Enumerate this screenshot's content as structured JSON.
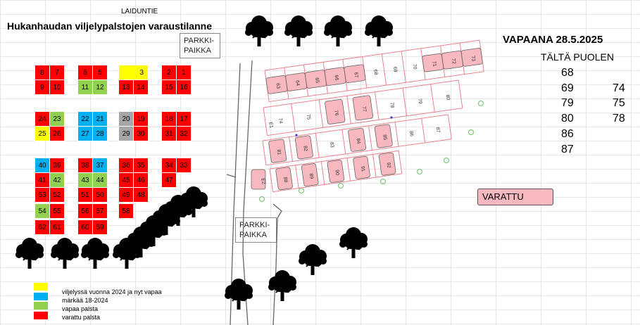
{
  "header": {
    "title": "Hukanhaudan viljelypalstojen varaustilanne",
    "road_label": "LAIDUNTIE"
  },
  "parking": {
    "top_label": [
      "PARKKI-",
      "PAIKKA"
    ],
    "bottom_label": [
      "PARKKI-",
      "PAIKKA"
    ]
  },
  "colors": {
    "red": "#ff0000",
    "green": "#92d050",
    "blue": "#00b0f0",
    "yellow": "#ffff00",
    "grey": "#a6a6a6",
    "pink": "#f7b8c0"
  },
  "plots": [
    {
      "n": "8",
      "c": "red"
    },
    {
      "n": "7",
      "c": "red"
    },
    {
      "n": "9",
      "c": "red"
    },
    {
      "n": "10",
      "c": "red"
    },
    {
      "n": "6",
      "c": "red"
    },
    {
      "n": "5",
      "c": "red"
    },
    {
      "n": "11",
      "c": "green"
    },
    {
      "n": "12",
      "c": "green"
    },
    {
      "n": "3",
      "c": "yellow"
    },
    {
      "n": "13",
      "c": "red"
    },
    {
      "n": "14",
      "c": "red"
    },
    {
      "n": "2",
      "c": "red"
    },
    {
      "n": "1",
      "c": "red"
    },
    {
      "n": "15",
      "c": "red"
    },
    {
      "n": "16",
      "c": "red"
    },
    {
      "n": "24",
      "c": "red"
    },
    {
      "n": "23",
      "c": "green"
    },
    {
      "n": "25",
      "c": "yellow"
    },
    {
      "n": "26",
      "c": "red"
    },
    {
      "n": "22",
      "c": "blue"
    },
    {
      "n": "21",
      "c": "blue"
    },
    {
      "n": "27",
      "c": "blue"
    },
    {
      "n": "28",
      "c": "blue"
    },
    {
      "n": "20",
      "c": "grey"
    },
    {
      "n": "19",
      "c": "red"
    },
    {
      "n": "29",
      "c": "grey"
    },
    {
      "n": "30",
      "c": "red"
    },
    {
      "n": "18",
      "c": "red"
    },
    {
      "n": "17",
      "c": "red"
    },
    {
      "n": "31",
      "c": "red"
    },
    {
      "n": "32",
      "c": "red"
    },
    {
      "n": "40",
      "c": "blue"
    },
    {
      "n": "39",
      "c": "red"
    },
    {
      "n": "41",
      "c": "red"
    },
    {
      "n": "42",
      "c": "green"
    },
    {
      "n": "53",
      "c": "red"
    },
    {
      "n": "52",
      "c": "red"
    },
    {
      "n": "54",
      "c": "green"
    },
    {
      "n": "55",
      "c": "red"
    },
    {
      "n": "62",
      "c": "red"
    },
    {
      "n": "61",
      "c": "red"
    },
    {
      "n": "38",
      "c": "red"
    },
    {
      "n": "37",
      "c": "blue"
    },
    {
      "n": "43",
      "c": "green"
    },
    {
      "n": "44",
      "c": "green"
    },
    {
      "n": "51",
      "c": "red"
    },
    {
      "n": "50",
      "c": "red"
    },
    {
      "n": "56",
      "c": "red"
    },
    {
      "n": "57",
      "c": "red"
    },
    {
      "n": "60",
      "c": "red"
    },
    {
      "n": "59",
      "c": "red"
    },
    {
      "n": "36",
      "c": "red"
    },
    {
      "n": "35",
      "c": "red"
    },
    {
      "n": "45",
      "c": "red"
    },
    {
      "n": "46",
      "c": "red"
    },
    {
      "n": "49",
      "c": "red"
    },
    {
      "n": "48",
      "c": "red"
    },
    {
      "n": "58",
      "c": "red"
    },
    {
      "n": "34",
      "c": "red"
    },
    {
      "n": "33",
      "c": "red"
    },
    {
      "n": "47",
      "c": "red"
    }
  ],
  "legend": [
    {
      "label": "viljelyssä vuonna 2024 ja nyt vapaa",
      "color": "#ffff00"
    },
    {
      "label": "märkää 18-2024",
      "color": "#00b0f0"
    },
    {
      "label": "vapaa palsta",
      "color": "#92d050"
    },
    {
      "label": "varattu palsta",
      "color": "#ff0000"
    }
  ],
  "free_list": {
    "title": "VAPAANA 28.5.2025",
    "subtitle": "TÄLTÄ PUOLEN",
    "col1": [
      "68",
      "69",
      "79",
      "80",
      "86",
      "87"
    ],
    "col2": [
      "74",
      "75",
      "78"
    ]
  },
  "varattu_label": "VARATTU",
  "right_plots": {
    "row1": [
      "63",
      "64",
      "65",
      "66",
      "67",
      "68",
      "69",
      "70",
      "71",
      "72",
      "73"
    ],
    "row2": [
      "74",
      "75",
      "76",
      "77",
      "78",
      "79",
      "80"
    ],
    "row3": [
      "81",
      "82",
      "83",
      "84",
      "85",
      "86",
      "87"
    ],
    "row4": [
      "88",
      "89",
      "90",
      "91",
      "92"
    ],
    "other": [
      "E1",
      "E2"
    ],
    "reserved": [
      "63",
      "64",
      "65",
      "66",
      "67",
      "71",
      "72",
      "73",
      "76",
      "77",
      "82",
      "84",
      "85",
      "81",
      "88",
      "89",
      "90",
      "91",
      "92",
      "E2"
    ]
  }
}
